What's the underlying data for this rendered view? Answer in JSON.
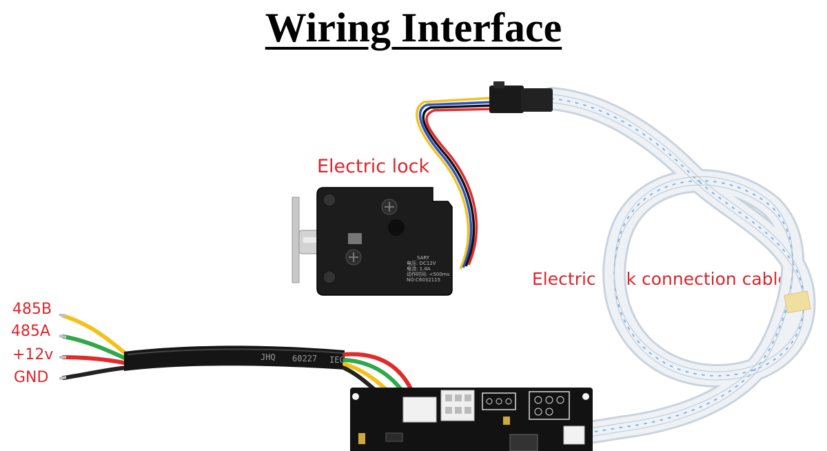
{
  "title": "Wiring Interface",
  "labels": {
    "electric_lock": "Electric lock",
    "connection_cable": "Electric lock connection cable"
  },
  "wires": [
    {
      "label": "485B",
      "color": "#f2c21b"
    },
    {
      "label": "485A",
      "color": "#2ea84a"
    },
    {
      "label": "+12v",
      "color": "#e02b2b"
    },
    {
      "label": "GND",
      "color": "#222222"
    }
  ],
  "lock_plate_text": [
    "SARY",
    "电压: DC12V",
    "电流: 1.4A",
    "动作时间: <500ms",
    "NO:C6032115"
  ],
  "cable_jacket_text": [
    "JHQ",
    "60227",
    "IEC"
  ],
  "colors": {
    "label_red": "#d9262c",
    "lock_body": "#1c1c1c",
    "pcb": "#121212",
    "ribbon_cable": "#e8edf3"
  }
}
